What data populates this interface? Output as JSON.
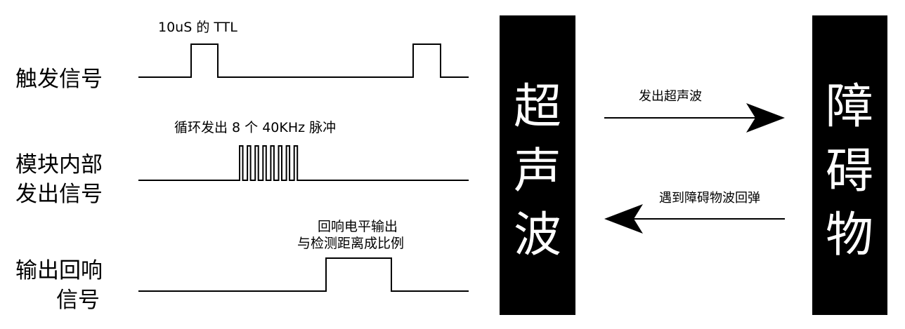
{
  "colors": {
    "background": "#ffffff",
    "ink": "#000000",
    "block_text": "#ffffff"
  },
  "rows": {
    "trigger": {
      "label_lines": [
        "触发信号"
      ],
      "annotation_lines": [
        "10uS 的 TTL"
      ]
    },
    "burst": {
      "label_lines": [
        "模块内部",
        "发出信号"
      ],
      "annotation_lines": [
        "循环发出 8 个 40KHz 脉冲"
      ],
      "pulse_count": 8
    },
    "echo": {
      "label_lines": [
        "输出回响",
        "信号"
      ],
      "annotation_lines": [
        "回响电平输出",
        "与检测距离成比例"
      ]
    }
  },
  "blocks": {
    "sensor": {
      "chars": [
        "超",
        "声",
        "波"
      ]
    },
    "obstacle": {
      "chars": [
        "障",
        "碍",
        "物"
      ]
    }
  },
  "arrows": {
    "emit": {
      "label": "发出超声波",
      "direction": "right"
    },
    "reflect": {
      "label": "遇到障碍物波回弹",
      "direction": "left"
    }
  }
}
